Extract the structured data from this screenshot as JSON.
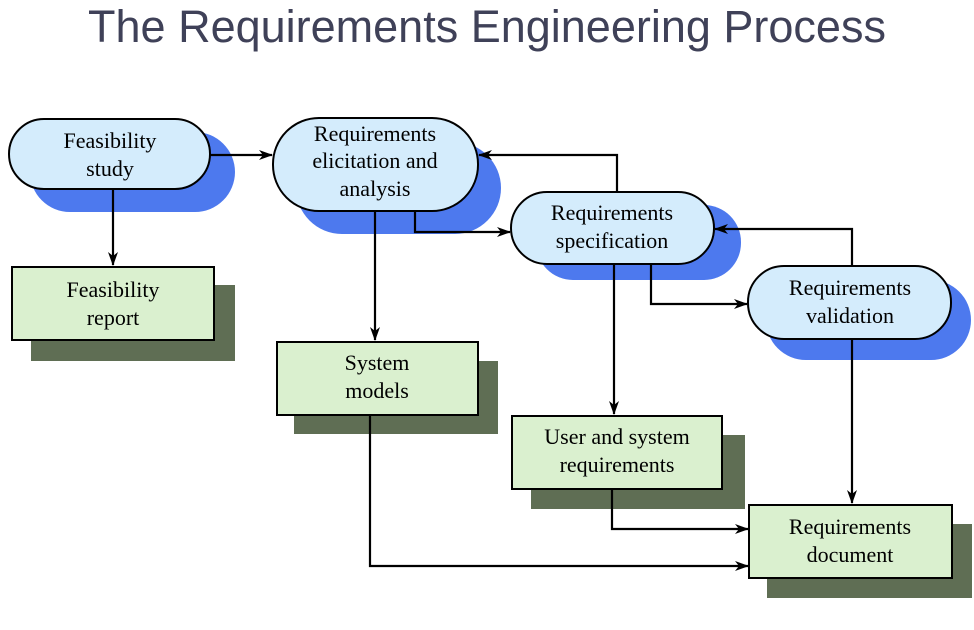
{
  "title": "The Requirements Engineering Process",
  "processes": {
    "feasibility_study": [
      "Feasibility",
      "study"
    ],
    "elicitation": [
      "Requirements",
      "elicitation and",
      "analysis"
    ],
    "specification": [
      "Requirements",
      "specification"
    ],
    "validation": [
      "Requirements",
      "validation"
    ]
  },
  "documents": {
    "feasibility_report": [
      "Feasibility",
      "report"
    ],
    "system_models": [
      "System",
      "models"
    ],
    "user_system_requirements": [
      "User and system",
      "requirements"
    ],
    "requirements_document": [
      "Requirements",
      "document"
    ]
  },
  "colors": {
    "process_fill": "#d4ecfc",
    "process_shadow": "#4d79ee",
    "document_fill": "#daf0cf",
    "document_shadow": "#5f6e54",
    "title": "#3f4158"
  }
}
